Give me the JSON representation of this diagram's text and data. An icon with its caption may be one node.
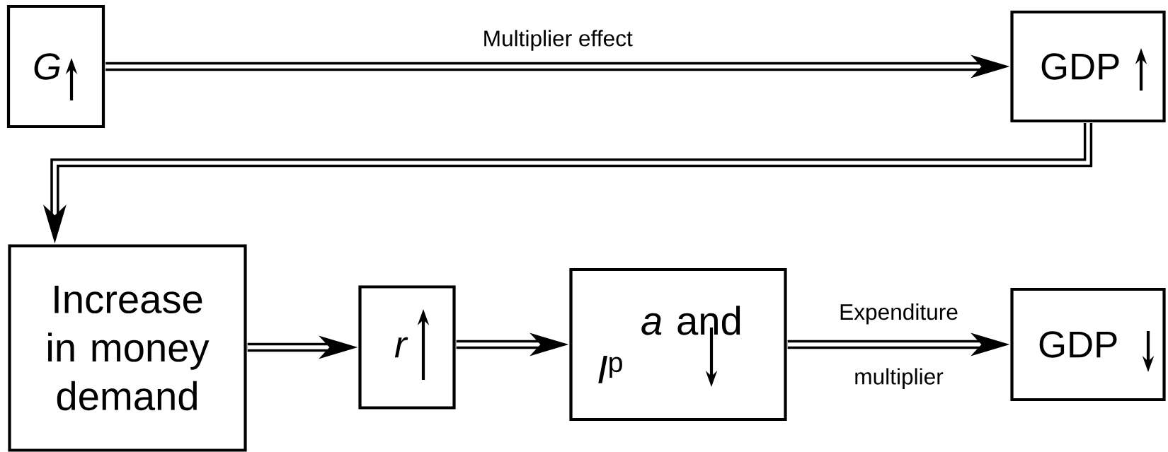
{
  "diagram": {
    "nodes": [
      {
        "text": [
          "G"
        ]
      },
      {
        "text": [
          "GDP"
        ]
      },
      {
        "text": [
          "Increase in money demand"
        ]
      },
      {
        "text": [
          "r"
        ]
      },
      {
        "text": [
          "*a* and *I*$^{p}$"
        ]
      },
      {
        "text": [
          "GDP"
        ]
      }
    ],
    "edges": [
      {
        "from": 0,
        "to": 1,
        "arrow": "to",
        "label": "Multiplier effect"
      },
      {
        "from": 1,
        "to": 2,
        "arrow": "to"
      },
      {
        "from": 2,
        "to": 3,
        "arrow": "to"
      },
      {
        "from": 3,
        "to": 4,
        "arrow": "to"
      },
      {
        "from": 4,
        "to": 5,
        "arrow": "to",
        "label": "Expenditure multiplier"
      }
    ]
  }
}
